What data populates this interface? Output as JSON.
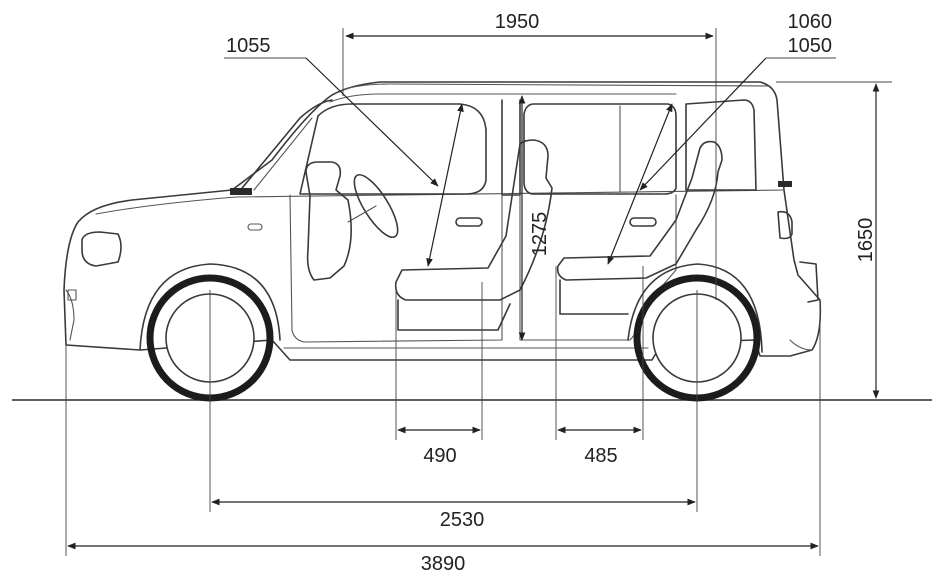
{
  "dimensions": {
    "front_headroom": "1055",
    "interior_length": "1950",
    "rear_headroom_a": "1060",
    "rear_headroom_b": "1050",
    "interior_height": "1275",
    "overall_height": "1650",
    "front_seat_cushion": "490",
    "rear_seat_cushion": "485",
    "wheelbase": "2530",
    "overall_length": "3890"
  },
  "colors": {
    "line": "#3a3a3a",
    "background": "#ffffff"
  }
}
